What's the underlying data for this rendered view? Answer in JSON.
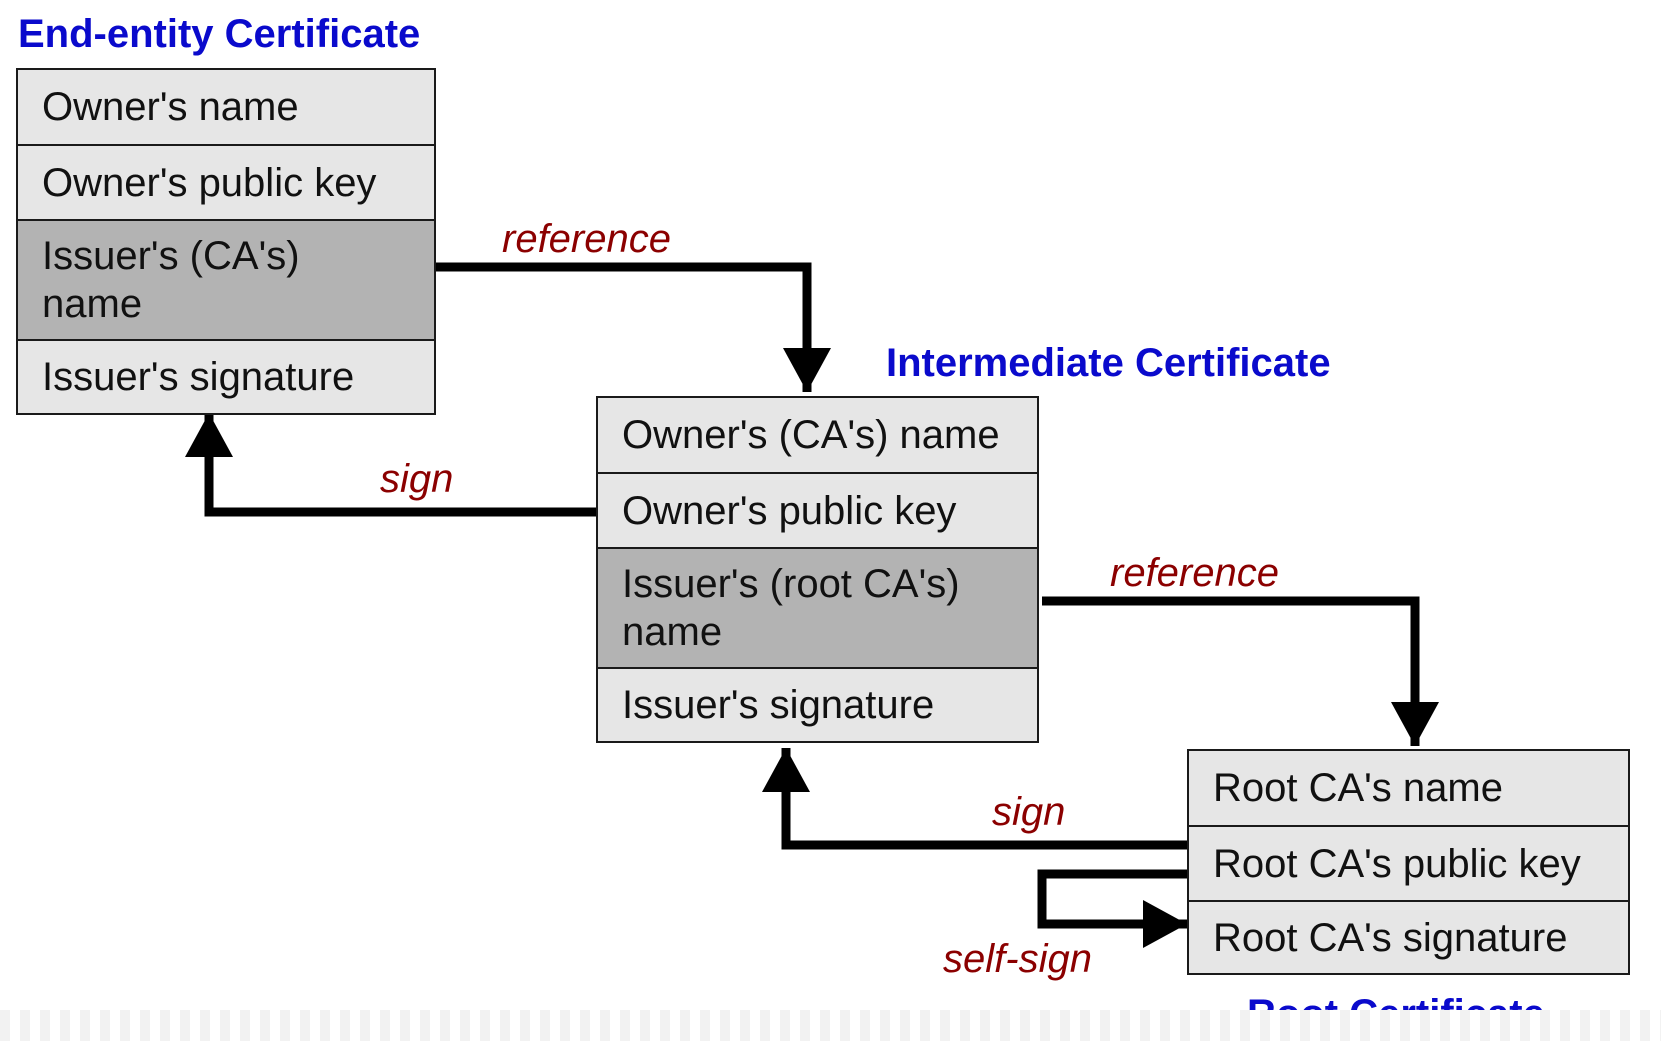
{
  "colors": {
    "title": "#0a0acc",
    "label": "#8b0000",
    "box_fill": "#e6e6e6",
    "box_fill_dark": "#b3b3b3",
    "line": "#000000"
  },
  "end_entity": {
    "title": "End-entity Certificate",
    "rows": [
      "Owner's name",
      "Owner's public key",
      "Issuer's (CA's) name",
      "Issuer's signature"
    ]
  },
  "intermediate": {
    "title": "Intermediate Certificate",
    "rows": [
      "Owner's (CA's) name",
      "Owner's public key",
      "Issuer's (root CA's) name",
      "Issuer's signature"
    ]
  },
  "root": {
    "title": "Root Certificate",
    "rows": [
      "Root CA's name",
      "Root CA's public key",
      "Root CA's signature"
    ]
  },
  "arrows": {
    "reference_1": "reference",
    "sign_1": "sign",
    "reference_2": "reference",
    "sign_2": "sign",
    "self_sign": "self-sign"
  }
}
